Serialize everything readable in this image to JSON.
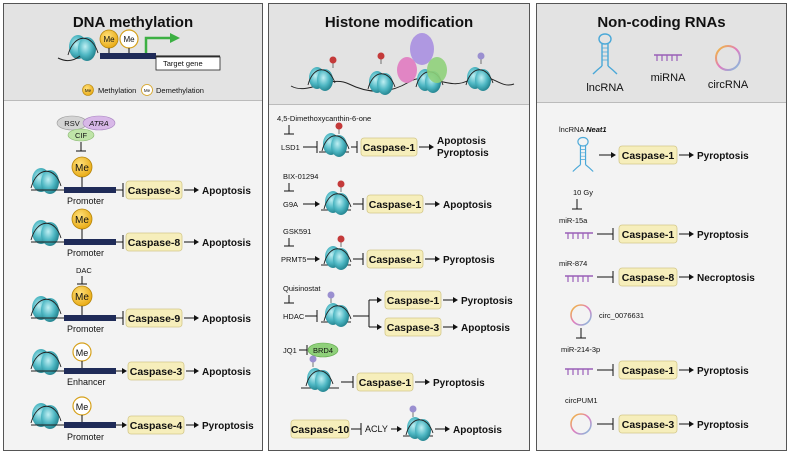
{
  "panels": {
    "dna_methylation": {
      "title": "DNA methylation",
      "me": "Me",
      "target_gene": "Target gene",
      "legend_methylation": "Methylation",
      "legend_demethylation": "Demethylation",
      "cofactors": [
        "RSV",
        "ATRA",
        "CIF"
      ],
      "dac": "DAC",
      "rows": [
        {
          "region": "Promoter",
          "target": "Caspase-3",
          "outcome": "Apoptosis"
        },
        {
          "region": "Promoter",
          "target": "Caspase-8",
          "outcome": "Apoptosis"
        },
        {
          "region": "Promoter",
          "target": "Caspase-9",
          "outcome": "Apoptosis"
        },
        {
          "region": "Enhancer",
          "target": "Caspase-3",
          "outcome": "Apoptosis"
        },
        {
          "region": "Promoter",
          "target": "Caspase-4",
          "outcome": "Pyroptosis"
        }
      ]
    },
    "histone_modification": {
      "title": "Histone modification",
      "rows": [
        {
          "inhibitor": "4,5-Dimethoxycanthin-6-one",
          "enzyme": "LSD1",
          "target": "Caspase-1",
          "outcome": "Apoptosis",
          "outcome2": "Pyroptosis"
        },
        {
          "inhibitor": "BIX-01294",
          "enzyme": "G9A",
          "target": "Caspase-1",
          "outcome": "Apoptosis"
        },
        {
          "inhibitor": "GSK591",
          "enzyme": "PRMT5",
          "target": "Caspase-1",
          "outcome": "Pyroptosis"
        },
        {
          "inhibitor": "Quisinostat",
          "enzyme": "HDAC",
          "target": "Caspase-1",
          "outcome": "Pyroptosis",
          "target2": "Caspase-3",
          "outcome2": "Apoptosis"
        },
        {
          "inhibitor": "JQ1",
          "enzyme": "BRD4",
          "target": "Caspase-1",
          "outcome": "Pyroptosis"
        },
        {
          "upstream": "Caspase-10",
          "enzyme": "ACLY",
          "outcome": "Apoptosis"
        }
      ]
    },
    "noncoding_rnas": {
      "title": "Non-coding RNAs",
      "types": [
        "lncRNA",
        "miRNA",
        "circRNA"
      ],
      "neat1_prefix": "lncRNA",
      "neat1_name": "Neat1",
      "neat1_target": "Caspase-1",
      "neat1_outcome": "Pyroptosis",
      "gy": "10 Gy",
      "mir15a": "miR-15a",
      "mir15a_target": "Caspase-1",
      "mir15a_outcome": "Pyroptosis",
      "mir874": "miR-874",
      "mir874_target": "Caspase-8",
      "mir874_outcome": "Necroptosis",
      "circ1": "circ_0076631",
      "mir214": "miR-214-3p",
      "mir214_target": "Caspase-1",
      "mir214_outcome": "Pyroptosis",
      "circpum1": "circPUM1",
      "circpum1_target": "Caspase-3",
      "circpum1_outcome": "Pyroptosis"
    }
  },
  "colors": {
    "nucleosome": "#4fb8c4",
    "methyl": "#f2c12e",
    "caspase_box": "#f6eebb",
    "promoter": "#1f2b58",
    "arrow_green": "#3cb043",
    "panel_bg": "#f3f3f3",
    "header_bg": "#e3e3e3"
  }
}
